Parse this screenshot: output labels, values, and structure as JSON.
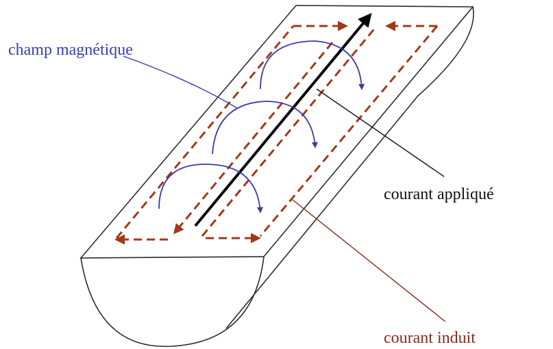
{
  "labels": {
    "magnetic_field": "champ magnétique",
    "applied_current": "courant appliqué",
    "induced_current": "courant induit"
  },
  "colors": {
    "outline": "#2b2b2b",
    "induced": "#a0391a",
    "field": "#3a3aa8",
    "applied": "#000000",
    "magnetic_field_text": "#3c3cb4",
    "applied_current_text": "#111111",
    "induced_current_text": "#8a2a1a"
  }
}
